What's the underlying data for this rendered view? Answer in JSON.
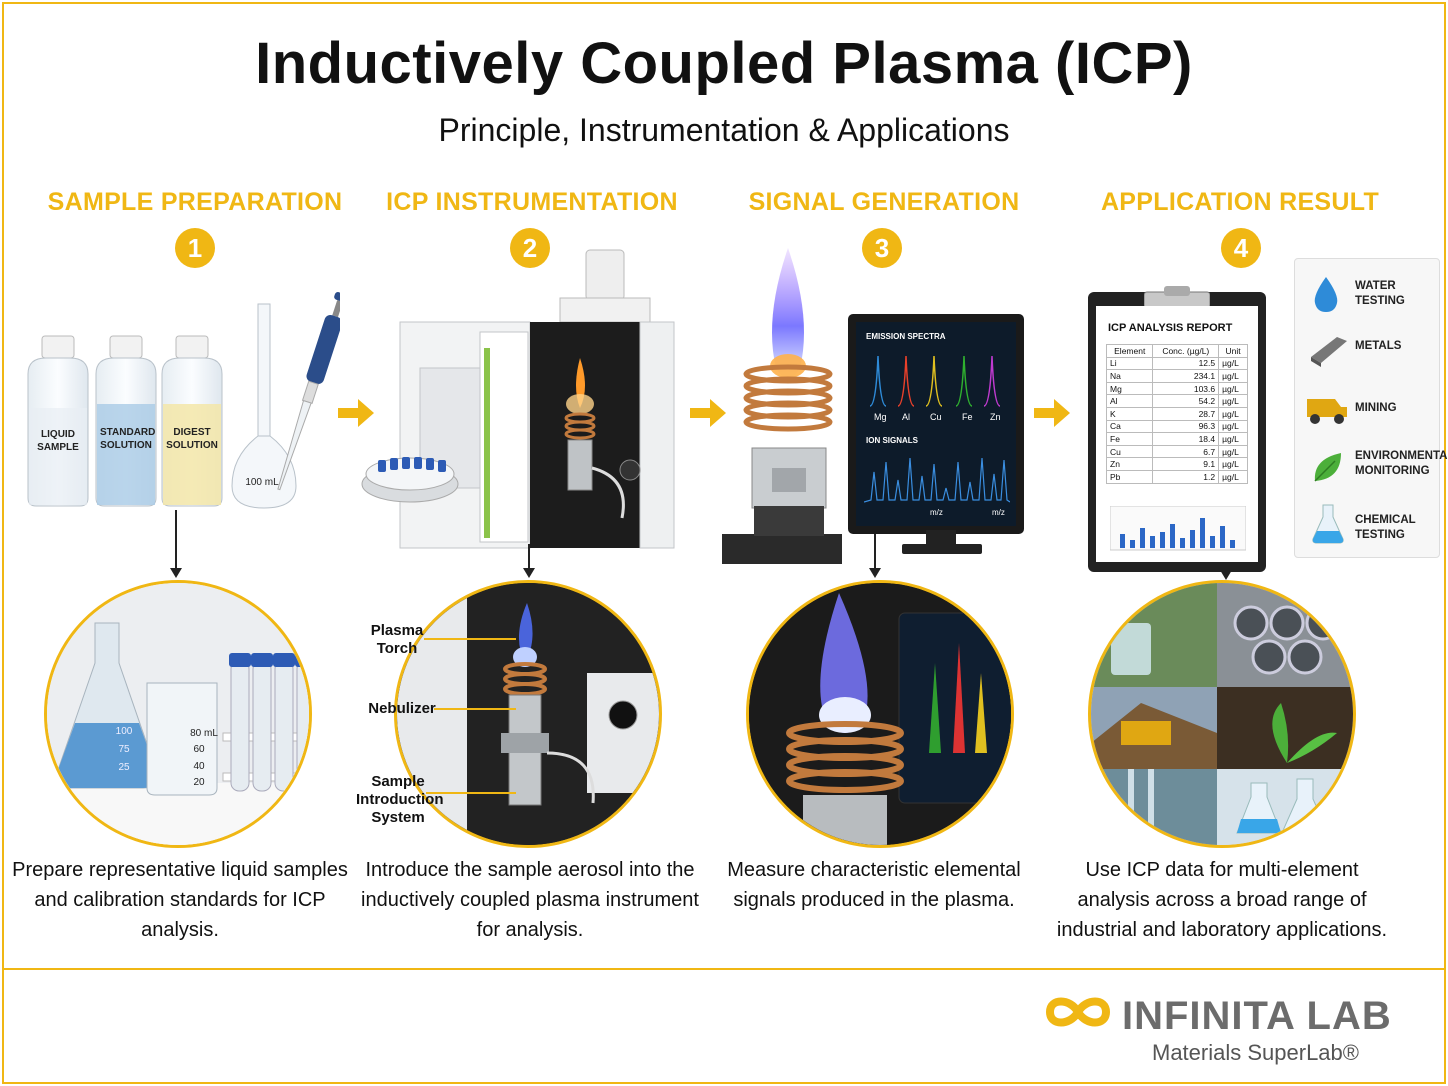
{
  "header": {
    "title": "Inductively Coupled Plasma (ICP)",
    "subtitle": "Principle, Instrumentation & Applications"
  },
  "steps": [
    {
      "number": "1",
      "title": "SAMPLE PREPARATION",
      "caption": "Prepare representative liquid samples and calibration standards for ICP analysis."
    },
    {
      "number": "2",
      "title": "ICP INSTRUMENTATION",
      "caption": "Introduce the sample aerosol into the inductively coupled plasma instrument for analysis."
    },
    {
      "number": "3",
      "title": "SIGNAL GENERATION",
      "caption": "Measure characteristic elemental signals produced in the plasma."
    },
    {
      "number": "4",
      "title": "APPLICATION RESULT",
      "caption": "Use ICP data for multi-element analysis across a broad range of industrial and laboratory applications."
    }
  ],
  "sample_prep": {
    "bottles": [
      "LIQUID SAMPLE",
      "STANDARD SOLUTION",
      "DIGEST SOLUTION"
    ],
    "flask_label": "100 mL",
    "beaker_marks": [
      "80 mL",
      "60",
      "40",
      "20"
    ],
    "erlenmeyer_marks": [
      "100",
      "75",
      "25"
    ]
  },
  "instrument_callouts": [
    "Plasma Torch",
    "Nebulizer",
    "Sample Introduction System"
  ],
  "monitor": {
    "top_label": "EMISSION SPECTRA",
    "elements": [
      "Mg",
      "Al",
      "Cu",
      "Fe",
      "Zn"
    ],
    "bottom_label": "ION SIGNALS",
    "axis_labels": [
      "m/z",
      "m/z"
    ]
  },
  "report": {
    "title": "ICP ANALYSIS REPORT",
    "columns": [
      "Element",
      "Conc. (µg/L)",
      "Unit"
    ],
    "rows": [
      [
        "Li",
        "12.5",
        "µg/L"
      ],
      [
        "Na",
        "234.1",
        "µg/L"
      ],
      [
        "Mg",
        "103.6",
        "µg/L"
      ],
      [
        "Al",
        "54.2",
        "µg/L"
      ],
      [
        "K",
        "28.7",
        "µg/L"
      ],
      [
        "Ca",
        "96.3",
        "µg/L"
      ],
      [
        "Fe",
        "18.4",
        "µg/L"
      ],
      [
        "Cu",
        "6.7",
        "µg/L"
      ],
      [
        "Zn",
        "9.1",
        "µg/L"
      ],
      [
        "Pb",
        "1.2",
        "µg/L"
      ]
    ]
  },
  "applications": [
    {
      "label": "WATER TESTING",
      "icon": "water-drop-icon"
    },
    {
      "label": "METALS",
      "icon": "steel-beam-icon"
    },
    {
      "label": "MINING",
      "icon": "mining-truck-icon"
    },
    {
      "label": "ENVIRONMENTAL MONITORING",
      "icon": "leaf-icon"
    },
    {
      "label": "CHEMICAL TESTING",
      "icon": "flask-icon"
    }
  ],
  "brand": {
    "name": "INFINITA LAB",
    "tagline": "Materials SuperLab®",
    "accent": "#f0b714"
  }
}
